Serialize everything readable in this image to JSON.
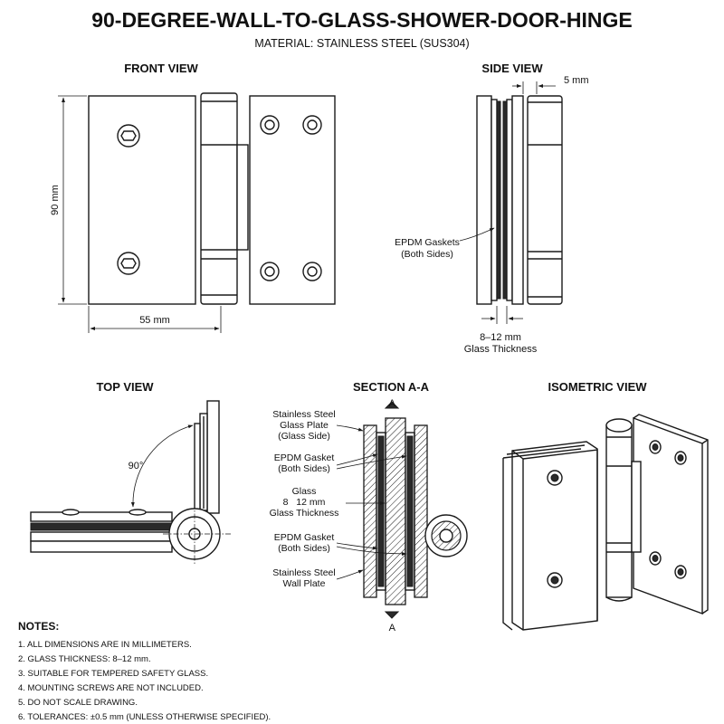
{
  "header": {
    "title": "90-DEGREE-WALL-TO-GLASS-SHOWER-DOOR-HINGE",
    "material": "MATERIAL: STAINLESS STEEL (SUS304)"
  },
  "views": {
    "front": "FRONT VIEW",
    "side": "SIDE VIEW",
    "top": "TOP VIEW",
    "section": "SECTION A-A",
    "isometric": "ISOMETRIC VIEW"
  },
  "dimensions": {
    "height": "90 mm",
    "width": "55 mm",
    "offset": "5 mm",
    "glass_line1": "8–12 mm",
    "glass_line2": "Glass Thickness",
    "angle": "90°",
    "section_marker": "A"
  },
  "side_callouts": {
    "gaskets_line1": "EPDM Gaskets",
    "gaskets_line2": "(Both Sides)"
  },
  "section_callouts": [
    {
      "lines": [
        "Stainless Steel",
        "Glass Plate",
        "(Glass Side)"
      ]
    },
    {
      "lines": [
        "EPDM Gasket",
        "(Both Sides)"
      ]
    },
    {
      "lines": [
        "Glass",
        "8   12 mm",
        "Glass Thickness"
      ]
    },
    {
      "lines": [
        "EPDM Gasket",
        "(Both Sides)"
      ]
    },
    {
      "lines": [
        "Stainless Steel",
        "Wall Plate"
      ]
    }
  ],
  "notes": {
    "heading": "NOTES:",
    "items": [
      "1. ALL DIMENSIONS ARE IN MILLIMETERS.",
      "2. GLASS THICKNESS: 8–12 mm.",
      "3. SUITABLE FOR TEMPERED SAFETY GLASS.",
      "4. MOUNTING SCREWS ARE NOT INCLUDED.",
      "5. DO NOT SCALE DRAWING.",
      "6. TOLERANCES: ±0.5 mm (UNLESS OTHERWISE SPECIFIED)."
    ]
  },
  "colors": {
    "line": "#1a1a1a",
    "paper": "#ffffff",
    "hatch": "#1a1a1a"
  }
}
